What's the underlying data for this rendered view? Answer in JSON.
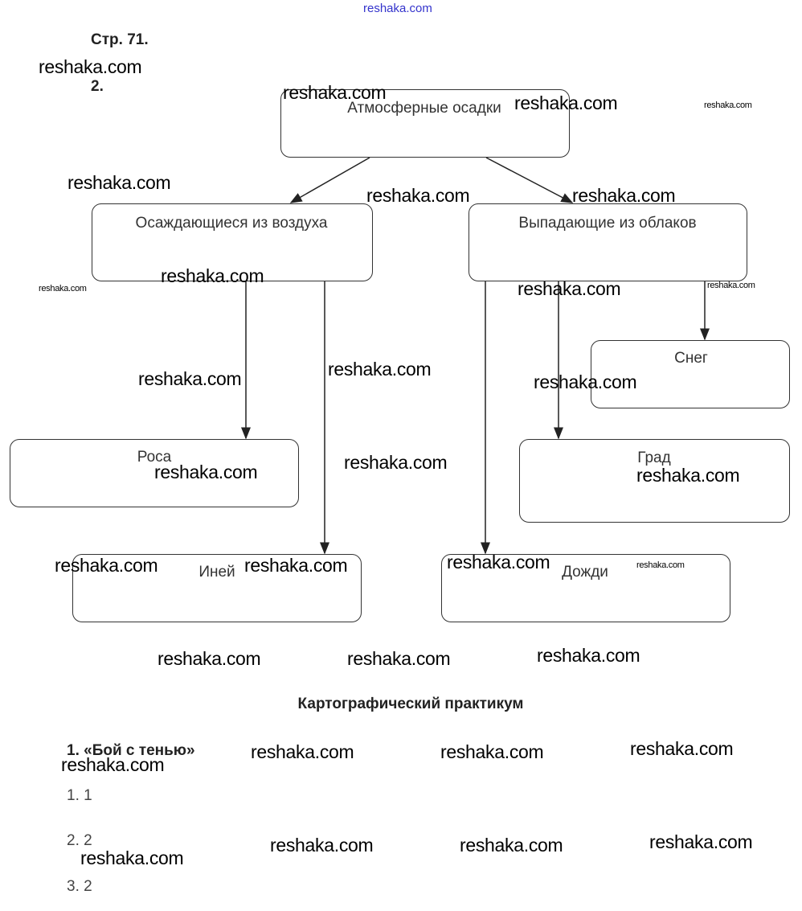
{
  "header_link": "reshaka.com",
  "page_label": "Стр. 71.",
  "task_number": "2.",
  "diagram": {
    "root": "Атмосферные осадки",
    "left": "Осаждающиеся из воздуха",
    "right": "Выпадающие из облаков",
    "left_children": [
      "Роса",
      "Иней"
    ],
    "right_children": [
      "Снег",
      "Град",
      "Дожди"
    ]
  },
  "section_title": "Картографический практикум",
  "exercise_title": "1. «Бой с тенью»",
  "answers": [
    "1. 1",
    "2. 2",
    "3. 2"
  ],
  "watermarks": [
    "reshaka.com",
    "reshaka.com",
    "reshaka.com",
    "reshaka.com",
    "reshaka.com",
    "reshaka.com",
    "reshaka.com",
    "reshaka.com",
    "reshaka.com",
    "reshaka.com",
    "reshaka.com",
    "reshaka.com",
    "reshaka.com",
    "reshaka.com",
    "reshaka.com",
    "reshaka.com",
    "reshaka.com",
    "reshaka.com",
    "reshaka.com",
    "reshaka.com",
    "reshaka.com",
    "reshaka.com",
    "reshaka.com",
    "reshaka.com",
    "reshaka.com",
    "reshaka.com",
    "reshaka.com",
    "reshaka.com",
    "reshaka.com",
    "reshaka.com",
    "reshaka.com",
    "reshaka.com"
  ]
}
